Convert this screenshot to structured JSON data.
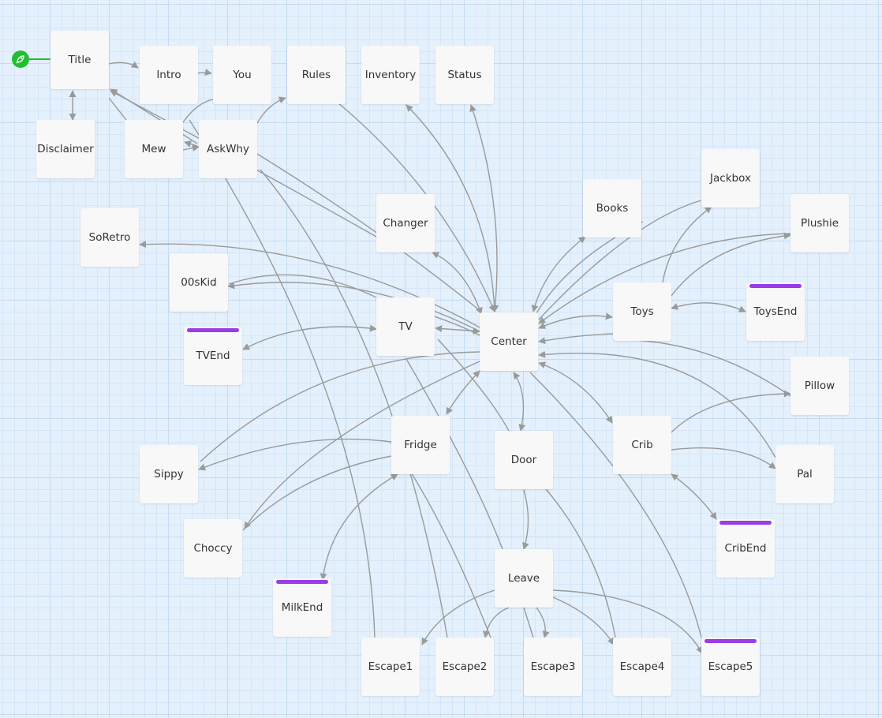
{
  "colors": {
    "background": "#e4f0fc",
    "node_fill": "#f8f8f8",
    "edge": "#9a9a9a",
    "end_marker": "#9a3de6",
    "start": "#1fbf2f"
  },
  "start_icon": "rocket-icon",
  "passages": [
    {
      "id": "title",
      "label": "Title"
    },
    {
      "id": "intro",
      "label": "Intro"
    },
    {
      "id": "you",
      "label": "You"
    },
    {
      "id": "rules",
      "label": "Rules"
    },
    {
      "id": "inventory",
      "label": "Inventory"
    },
    {
      "id": "status",
      "label": "Status"
    },
    {
      "id": "disclaimer",
      "label": "Disclaimer"
    },
    {
      "id": "mew",
      "label": "Mew"
    },
    {
      "id": "askwhy",
      "label": "AskWhy"
    },
    {
      "id": "jackbox",
      "label": "Jackbox"
    },
    {
      "id": "books",
      "label": "Books"
    },
    {
      "id": "changer",
      "label": "Changer"
    },
    {
      "id": "plushie",
      "label": "Plushie"
    },
    {
      "id": "soretro",
      "label": "SoRetro"
    },
    {
      "id": "00skid",
      "label": "00sKid"
    },
    {
      "id": "toys",
      "label": "Toys"
    },
    {
      "id": "toysend",
      "label": "ToysEnd",
      "ending": true
    },
    {
      "id": "tv",
      "label": "TV"
    },
    {
      "id": "center",
      "label": "Center"
    },
    {
      "id": "tvend",
      "label": "TVEnd",
      "ending": true
    },
    {
      "id": "pillow",
      "label": "Pillow"
    },
    {
      "id": "fridge",
      "label": "Fridge"
    },
    {
      "id": "door",
      "label": "Door"
    },
    {
      "id": "crib",
      "label": "Crib"
    },
    {
      "id": "sippy",
      "label": "Sippy"
    },
    {
      "id": "pal",
      "label": "Pal"
    },
    {
      "id": "choccy",
      "label": "Choccy"
    },
    {
      "id": "cribend",
      "label": "CribEnd",
      "ending": true
    },
    {
      "id": "leave",
      "label": "Leave"
    },
    {
      "id": "milkend",
      "label": "MilkEnd",
      "ending": true
    },
    {
      "id": "escape1",
      "label": "Escape1"
    },
    {
      "id": "escape2",
      "label": "Escape2"
    },
    {
      "id": "escape3",
      "label": "Escape3"
    },
    {
      "id": "escape4",
      "label": "Escape4"
    },
    {
      "id": "escape5",
      "label": "Escape5",
      "ending": true
    }
  ]
}
